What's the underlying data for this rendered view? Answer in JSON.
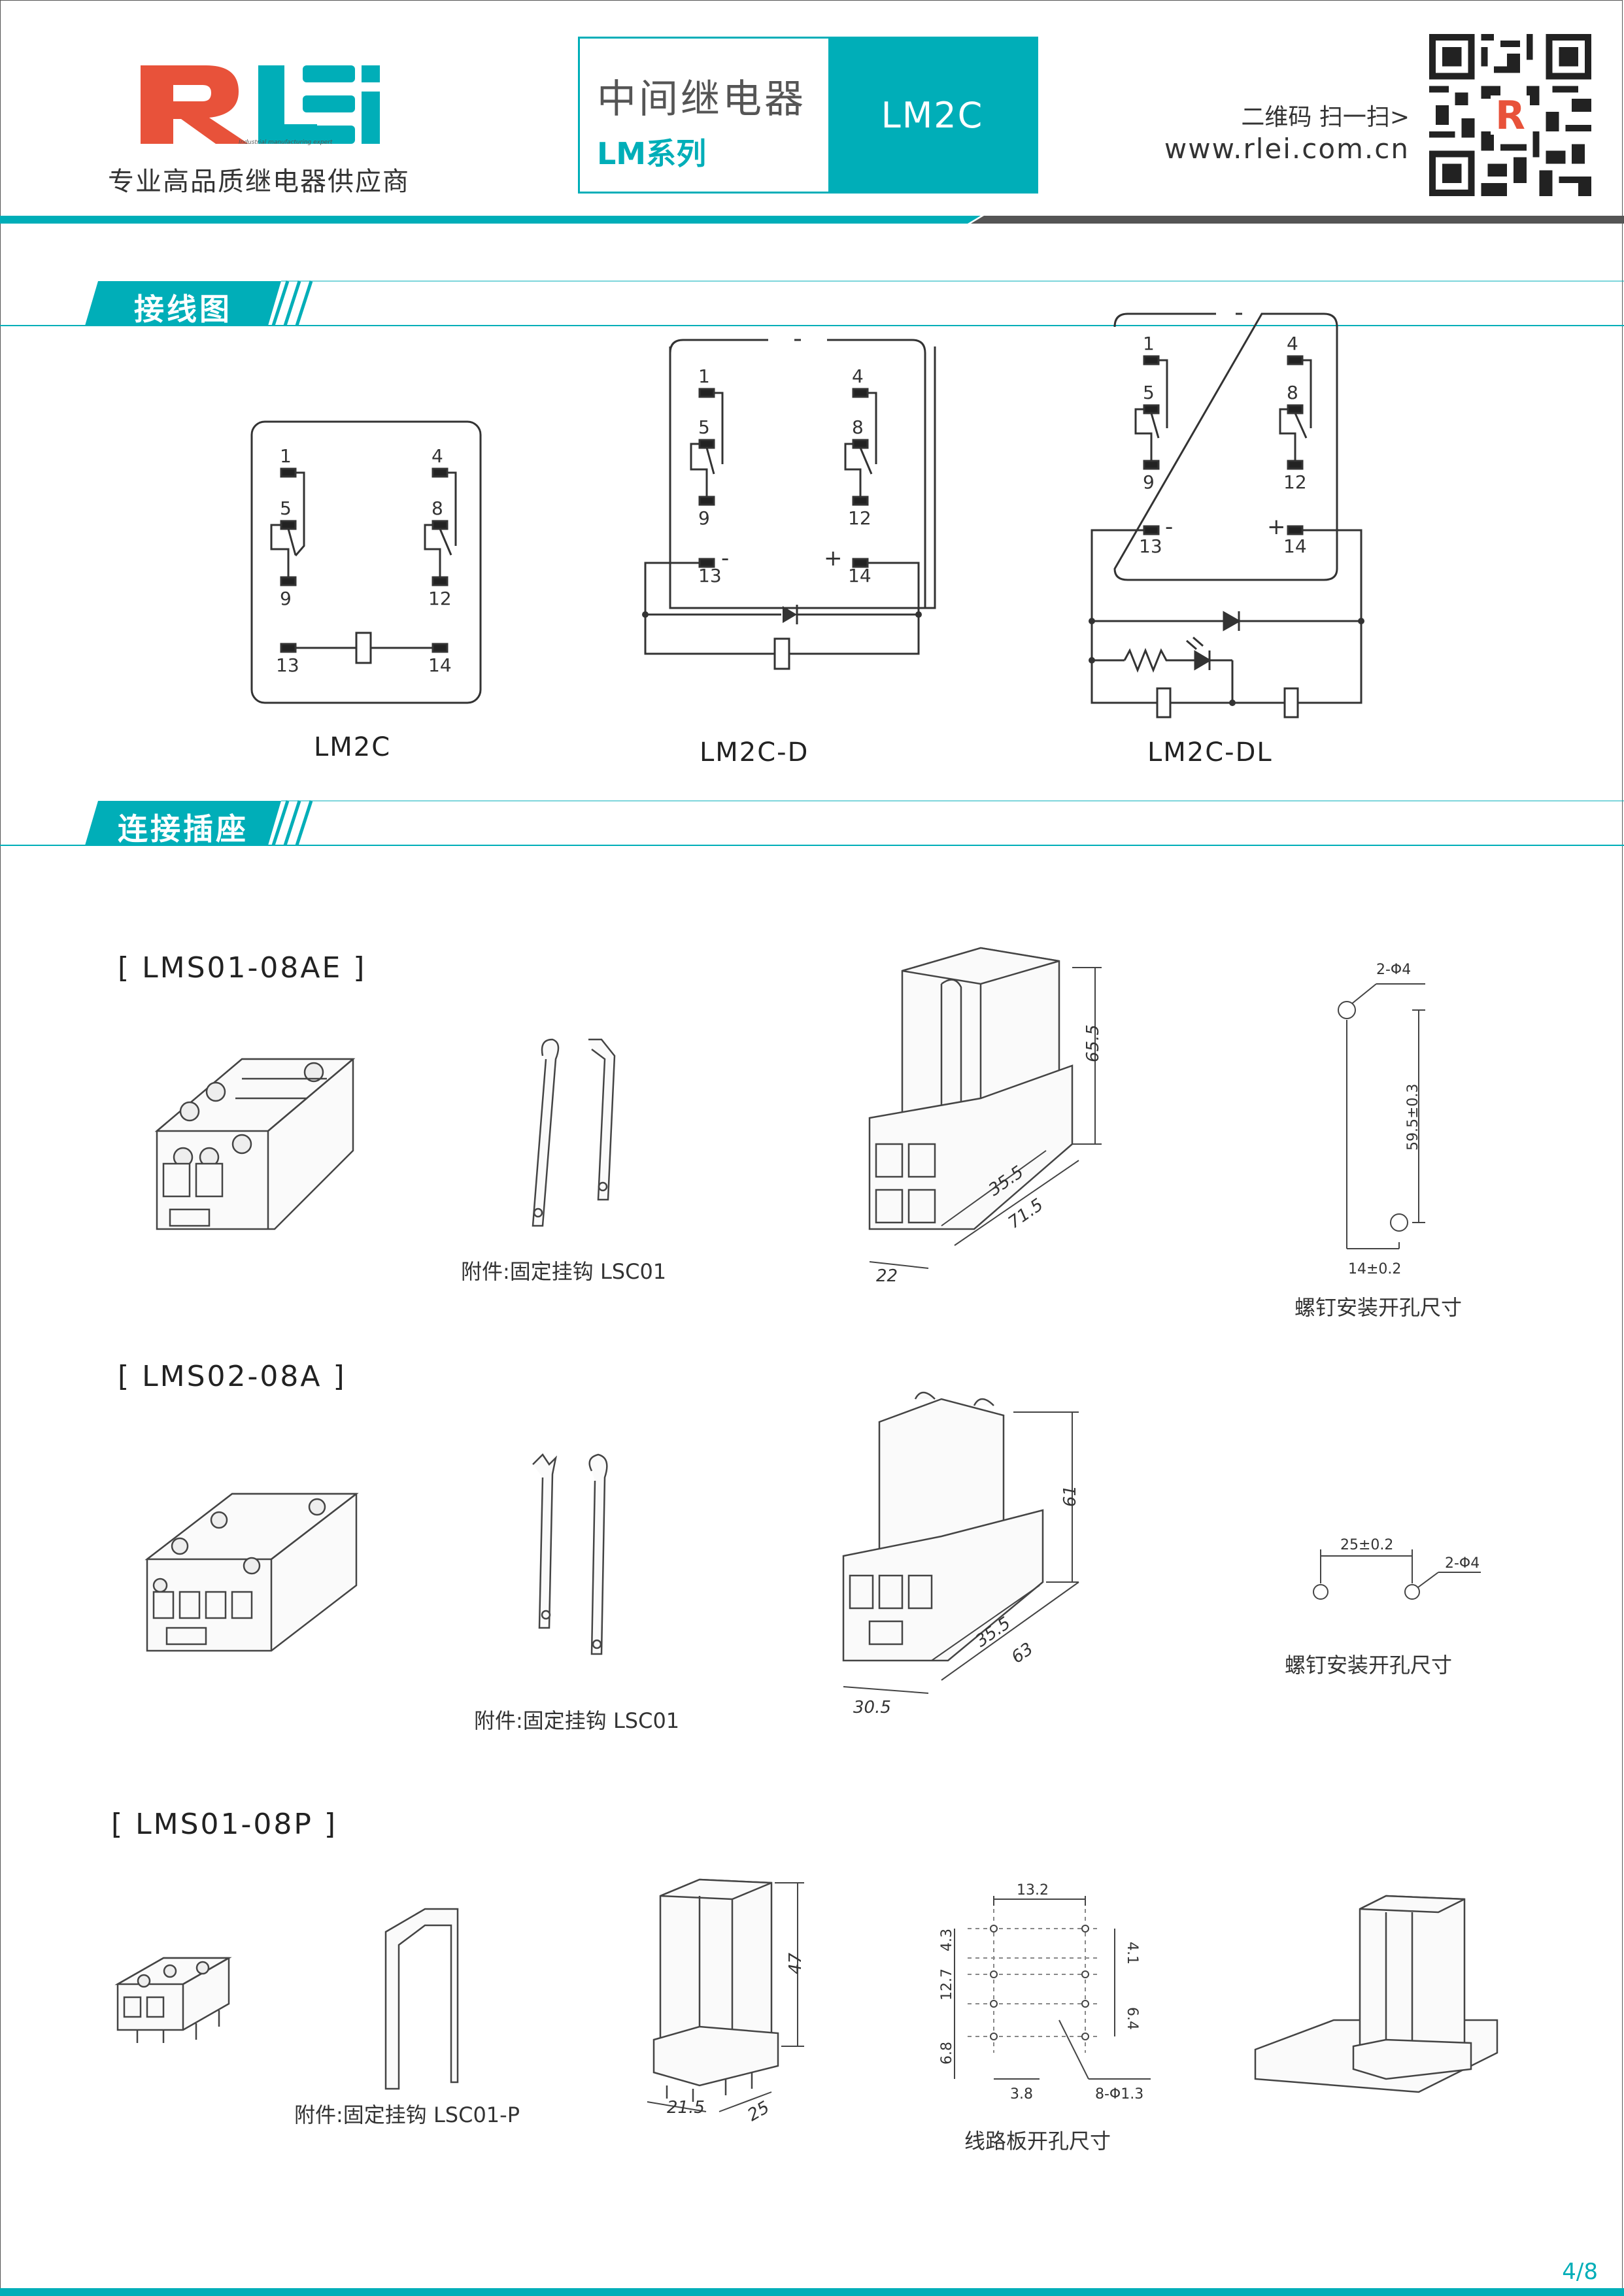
{
  "header": {
    "logo_text": "RLEi",
    "logo_tagline": "Industrial manufacturing expert",
    "logo_subtitle": "专业高品质继电器供应商",
    "category": "中间继电器",
    "series": "LM系列",
    "model": "LM2C",
    "qr_label": "二维码 扫一扫>",
    "website": "www.rlei.com.cn"
  },
  "sections": {
    "wiring": {
      "title": "接线图",
      "diagrams": [
        {
          "caption": "LM2C"
        },
        {
          "caption": "LM2C-D"
        },
        {
          "caption": "LM2C-DL"
        }
      ],
      "terminals": {
        "t1": "1",
        "t4": "4",
        "t5": "5",
        "t8": "8",
        "t9": "9",
        "t12": "12",
        "t13": "13",
        "t14": "14",
        "minus": "-",
        "plus": "+"
      }
    },
    "sockets": {
      "title": "连接插座"
    }
  },
  "models": [
    {
      "name": "[ LMS01-08AE ]",
      "accessory": "附件:固定挂钩 LSC01",
      "dims": {
        "height": "65.5",
        "depth1": "35.5",
        "depth2": "71.5",
        "width": "22"
      },
      "mount": {
        "holes": "2-Φ4",
        "spacing": "59.5±0.3",
        "offset": "14±0.2",
        "caption": "螺钉安装开孔尺寸"
      }
    },
    {
      "name": "[ LMS02-08A ]",
      "accessory": "附件:固定挂钩 LSC01",
      "dims": {
        "height": "61",
        "depth1": "35.5",
        "depth2": "63",
        "width": "30.5"
      },
      "mount": {
        "holes": "2-Φ4",
        "spacing": "25±0.2",
        "caption": "螺钉安装开孔尺寸"
      }
    },
    {
      "name": "[ LMS01-08P ]",
      "accessory": "附件:固定挂钩 LSC01-P",
      "dims": {
        "height": "47",
        "width": "21.5",
        "depth": "25"
      },
      "pcb": {
        "top": "13.2",
        "d1": "4.3",
        "d2": "12.7",
        "d3": "6.8",
        "r1": "4.1",
        "r2": "6.4",
        "bottom": "3.8",
        "holes": "8-Φ1.3",
        "caption": "线路板开孔尺寸"
      }
    }
  ],
  "page": {
    "number": "4/8"
  },
  "colors": {
    "accent": "#00aeb8",
    "logo_red": "#e8523a",
    "dark_bar": "#555555"
  }
}
